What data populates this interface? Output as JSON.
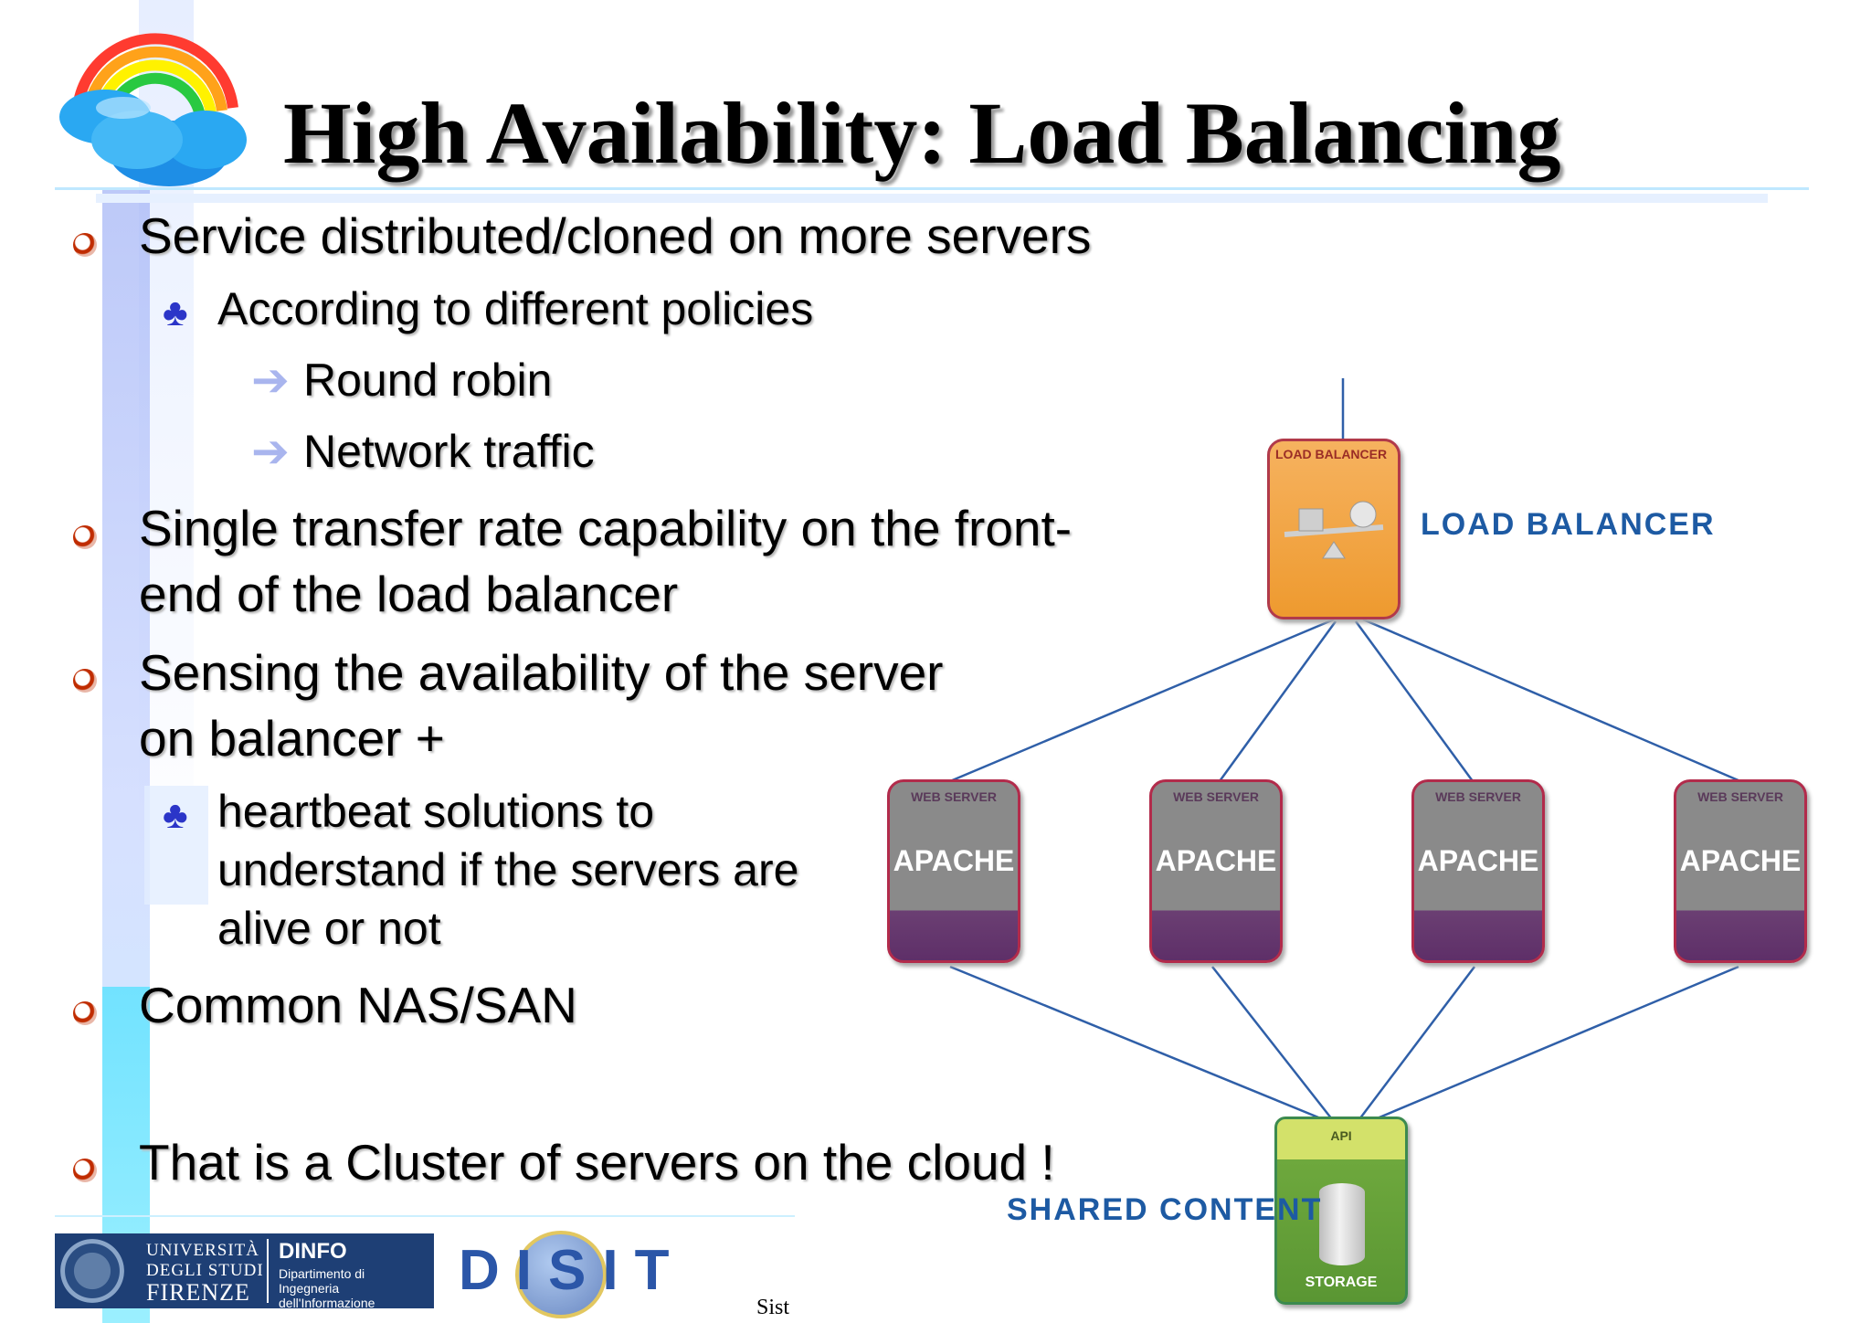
{
  "title": "High Availability: Load Balancing",
  "bullets": {
    "b1": "Service distributed/cloned on more servers",
    "b1_sub": "According to different policies",
    "b1_sub_items": [
      "Round robin",
      "Network traffic"
    ],
    "b2_line1": "Single transfer rate capability on the front-",
    "b2_line2": "end of the load balancer",
    "b3_line1": "Sensing the availability of the server",
    "b3_line2": "on balancer +",
    "b3_sub_line1": "heartbeat solutions to",
    "b3_sub_line2": "understand if the servers are",
    "b3_sub_line3": "alive or not",
    "b4": "Common NAS/SAN",
    "b5": "That is a Cluster of servers on the cloud !"
  },
  "diagram": {
    "load_balancer_tag": "LOAD BALANCER",
    "load_balancer_label": "LOAD BALANCER",
    "web_server_tag": "WEB SERVER",
    "servers": [
      "APACHE",
      "APACHE",
      "APACHE",
      "APACHE"
    ],
    "storage_api": "API",
    "storage_tag": "STORAGE",
    "shared_content_label": "SHARED CONTENT"
  },
  "footer": {
    "university_line1": "UNIVERSITÀ",
    "university_line2": "DEGLI STUDI",
    "university_line3": "FIRENZE",
    "dept_name": "DINFO",
    "dept_line1": "Dipartimento di",
    "dept_line2": "Ingegneria dell'Informazione",
    "lab_logo": "DISIT",
    "page_note": "Sist"
  }
}
